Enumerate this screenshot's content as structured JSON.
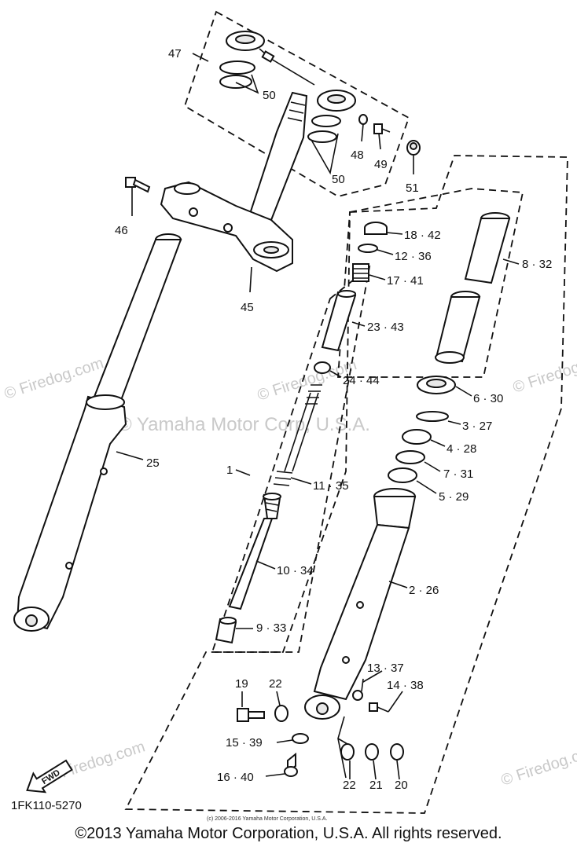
{
  "watermarks": {
    "firedog_left": "© Firedog.com",
    "yamaha_center": "© Yamaha Motor Corp, U.S.A.",
    "firedog_mid": "© Firedog.com",
    "firedog_right": "© Firedog.com",
    "firedog_lower_left": "Firedog.com",
    "firedog_lower_right": "© Firedog.com"
  },
  "labels": {
    "p47": "47",
    "p50a": "50",
    "p50b": "50",
    "p48": "48",
    "p49": "49",
    "p51": "51",
    "p46": "46",
    "p45": "45",
    "p18": "18 · 42",
    "p12": "12 · 36",
    "p17": "17 · 41",
    "p8": "8 · 32",
    "p23": "23 · 43",
    "p24": "24 · 44",
    "p6": "6 · 30",
    "p3": "3 · 27",
    "p4": "4 · 28",
    "p7": "7 · 31",
    "p5": "5 · 29",
    "p1": "1",
    "p11": "11 · 35",
    "p25": "25",
    "p10": "10 · 34",
    "p2": "2 · 26",
    "p9": "9 · 33",
    "p13": "13 · 37",
    "p14": "14 · 38",
    "p19": "19",
    "p22a": "22",
    "p15": "15 · 39",
    "p16": "16 · 40",
    "p22b": "22",
    "p21": "21",
    "p20": "20"
  },
  "fwd": "FWD",
  "part_code": "1FK110-5270",
  "small_copyright": "(c) 2006-2016 Yamaha Motor Corporation, U.S.A.",
  "footer": "©2013 Yamaha Motor Corporation, U.S.A. All rights reserved."
}
